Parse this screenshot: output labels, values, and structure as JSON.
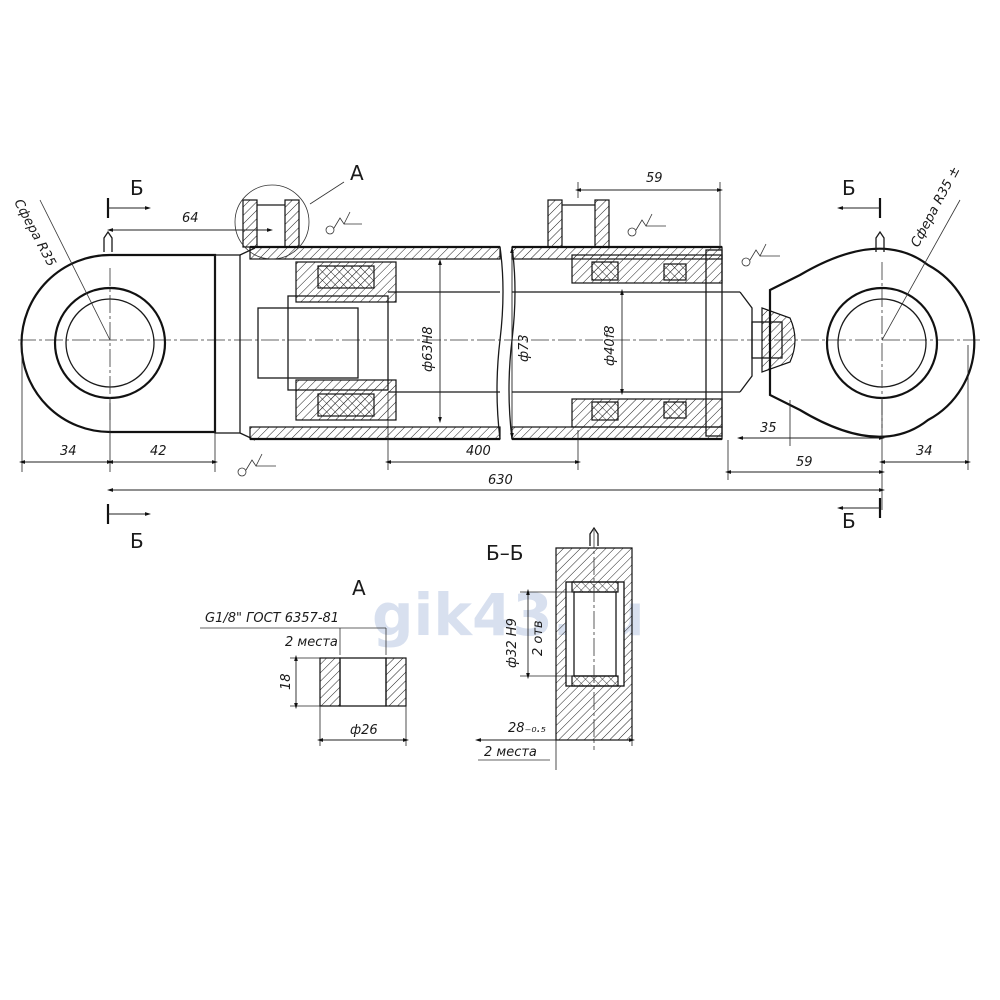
{
  "view_labels": {
    "detail_a": "А",
    "section_bb_left_top": "Б",
    "section_bb_left_bottom": "Б",
    "section_bb_right_top": "Б",
    "section_bb_right_bottom": "Б",
    "section_bb_title": "Б–Б",
    "detail_a_title": "А"
  },
  "callouts": {
    "left_sphere": "Сфера R35",
    "right_sphere": "Сфера R35 ±",
    "thread_spec": "G1/8\" ГОСТ 6357-81",
    "places_a": "2 места",
    "places_bb": "2 места"
  },
  "dimensions": {
    "d64": "64",
    "d59_top": "59",
    "d34_left": "34",
    "d42": "42",
    "d400": "400",
    "d35": "35",
    "d59_bottom": "59",
    "d34_right": "34",
    "d630": "630",
    "dia_piston": "ф63Н8",
    "dia_tube": "ф73",
    "dia_rod": "ф40f8",
    "a_height": "18",
    "a_dia": "ф26",
    "bb_bore": "ф32 Н9",
    "bb_two_holes": "2 отв",
    "bb_width": "28₋₀.₅"
  },
  "watermark": "gik43.ru"
}
